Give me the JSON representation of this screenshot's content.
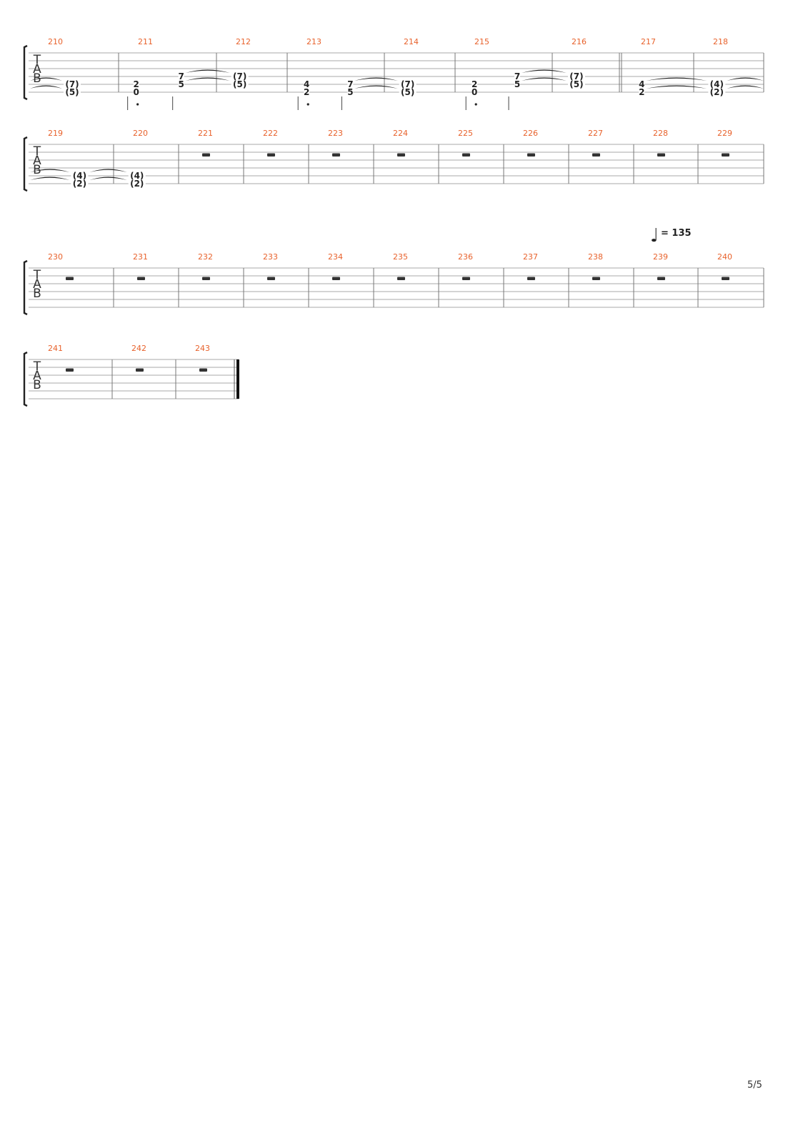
{
  "tempo": {
    "symbol": "♩",
    "text": "= 135"
  },
  "clef": [
    "T",
    "A",
    "B"
  ],
  "page_number": "5/5",
  "systems": [
    {
      "measures": [
        {
          "number": "210",
          "notes": [
            {
              "s": 4,
              "f": "(7)",
              "tieIn": true
            },
            {
              "s": 5,
              "f": "(5)",
              "tieIn": true
            }
          ]
        },
        {
          "number": "211",
          "notes": [
            {
              "p": 0.18,
              "s": 4,
              "f": "2"
            },
            {
              "p": 0.18,
              "s": 5,
              "f": "0"
            },
            {
              "p": 0.64,
              "s": 3,
              "f": "7",
              "tieOut": true
            },
            {
              "p": 0.64,
              "s": 4,
              "f": "5",
              "tieOut": true
            }
          ],
          "stems": [
            {
              "p": 0.18,
              "dot": true
            },
            {
              "p": 0.64
            }
          ]
        },
        {
          "number": "212",
          "notes": [
            {
              "p": 0.33,
              "s": 3,
              "f": "(7)"
            },
            {
              "p": 0.33,
              "s": 4,
              "f": "(5)"
            }
          ]
        },
        {
          "number": "213",
          "notes": [
            {
              "p": 0.2,
              "s": 4,
              "f": "4"
            },
            {
              "p": 0.2,
              "s": 5,
              "f": "2"
            },
            {
              "p": 0.65,
              "s": 4,
              "f": "7",
              "tieOut": true
            },
            {
              "p": 0.65,
              "s": 5,
              "f": "5",
              "tieOut": true
            }
          ],
          "stems": [
            {
              "p": 0.2,
              "dot": true
            },
            {
              "p": 0.65
            }
          ]
        },
        {
          "number": "214",
          "notes": [
            {
              "p": 0.33,
              "s": 4,
              "f": "(7)"
            },
            {
              "p": 0.33,
              "s": 5,
              "f": "(5)"
            }
          ]
        },
        {
          "number": "215",
          "notes": [
            {
              "p": 0.2,
              "s": 4,
              "f": "2"
            },
            {
              "p": 0.2,
              "s": 5,
              "f": "0"
            },
            {
              "p": 0.64,
              "s": 3,
              "f": "7",
              "tieOut": true
            },
            {
              "p": 0.64,
              "s": 4,
              "f": "5",
              "tieOut": true
            }
          ],
          "stems": [
            {
              "p": 0.2,
              "dot": true
            },
            {
              "p": 0.64
            }
          ]
        },
        {
          "number": "216",
          "notes": [
            {
              "p": 0.35,
              "s": 3,
              "f": "(7)"
            },
            {
              "p": 0.35,
              "s": 4,
              "f": "(5)"
            }
          ]
        },
        {
          "number": "217",
          "notes": [
            {
              "p": 0.28,
              "s": 4,
              "f": "4",
              "tieOut": true
            },
            {
              "p": 0.28,
              "s": 5,
              "f": "2",
              "tieOut": true
            }
          ]
        },
        {
          "number": "218",
          "notes": [
            {
              "p": 0.33,
              "s": 4,
              "f": "(4)",
              "tieOut": true
            },
            {
              "p": 0.33,
              "s": 5,
              "f": "(2)",
              "tieOut": true
            }
          ]
        }
      ]
    },
    {
      "measures": [
        {
          "number": "219",
          "notes": [
            {
              "p": 0.6,
              "s": 4,
              "f": "(4)",
              "tieIn": true,
              "tieOut": true
            },
            {
              "p": 0.6,
              "s": 5,
              "f": "(2)",
              "tieIn": true,
              "tieOut": true
            }
          ]
        },
        {
          "number": "220",
          "notes": [
            {
              "p": 0.36,
              "s": 4,
              "f": "(4)"
            },
            {
              "p": 0.36,
              "s": 5,
              "f": "(2)"
            }
          ]
        },
        {
          "number": "221",
          "rest": true
        },
        {
          "number": "222",
          "rest": true
        },
        {
          "number": "223",
          "rest": true
        },
        {
          "number": "224",
          "rest": true
        },
        {
          "number": "225",
          "rest": true
        },
        {
          "number": "226",
          "rest": true
        },
        {
          "number": "227",
          "rest": true
        },
        {
          "number": "228",
          "rest": true
        },
        {
          "number": "229",
          "rest": true
        }
      ]
    },
    {
      "tempoAt": 9,
      "measures": [
        {
          "number": "230",
          "rest": true
        },
        {
          "number": "231",
          "rest": true
        },
        {
          "number": "232",
          "rest": true
        },
        {
          "number": "233",
          "rest": true
        },
        {
          "number": "234",
          "rest": true
        },
        {
          "number": "235",
          "rest": true
        },
        {
          "number": "236",
          "rest": true
        },
        {
          "number": "237",
          "rest": true
        },
        {
          "number": "238",
          "rest": true
        },
        {
          "number": "239",
          "rest": true
        },
        {
          "number": "240",
          "rest": true
        }
      ]
    },
    {
      "final": true,
      "measures": [
        {
          "number": "241",
          "rest": true
        },
        {
          "number": "242",
          "rest": true
        },
        {
          "number": "243",
          "rest": true
        }
      ]
    }
  ]
}
